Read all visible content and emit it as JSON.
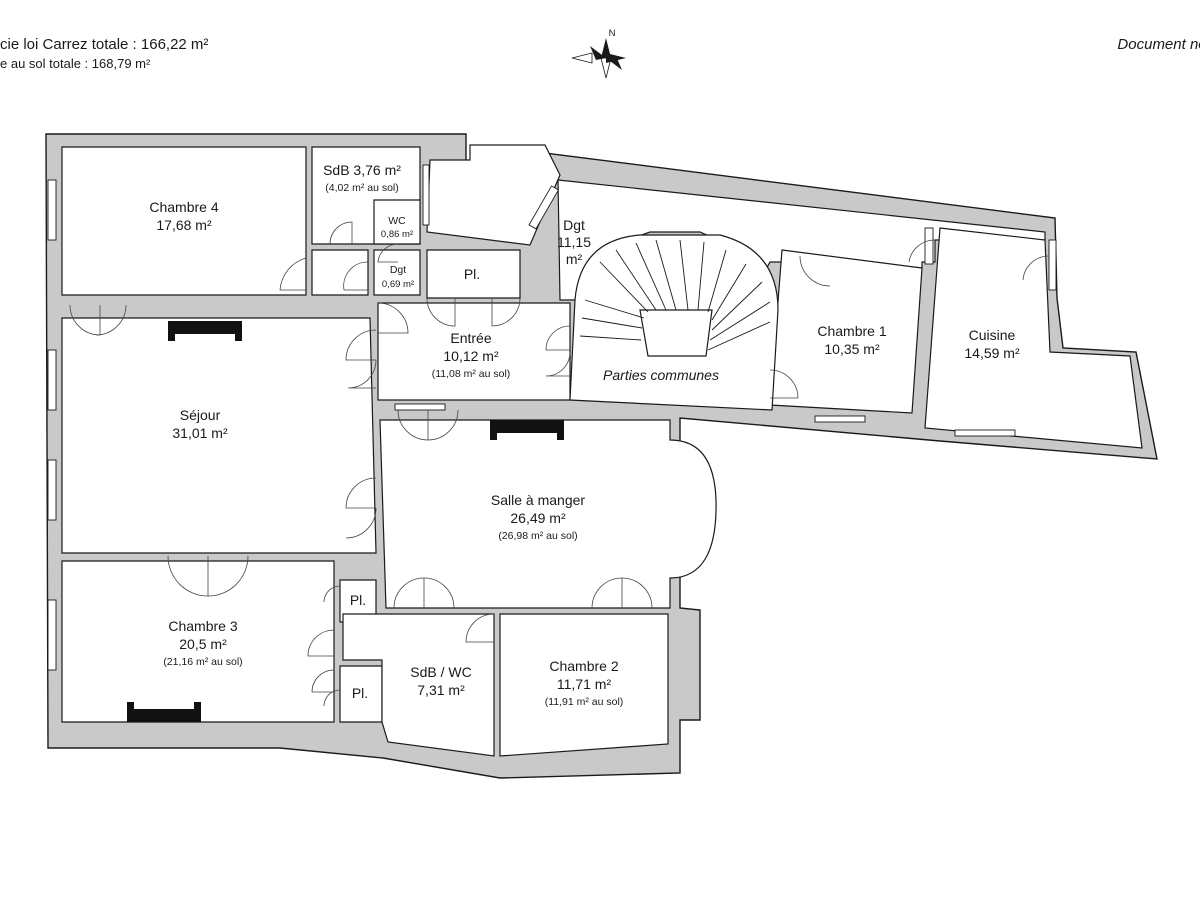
{
  "header": {
    "carrez_total": "cie loi Carrez totale :  166,22 m²",
    "sol_total": "e au sol totale :  168,79 m²",
    "note": "Document non cor",
    "compass_letter": "N"
  },
  "rooms": {
    "chambre4": {
      "name": "Chambre 4",
      "area": "17,68 m²"
    },
    "sdb1": {
      "name": "SdB 3,76 m²",
      "sol": "(4,02 m² au sol)"
    },
    "wc": {
      "name": "WC",
      "area": "0,86 m²"
    },
    "dgt_small": {
      "name": "Dgt",
      "area": "0,69 m²"
    },
    "pl_top": {
      "name": "Pl."
    },
    "dgt_big": {
      "name": "Dgt",
      "area": "11,15",
      "unit": "m²"
    },
    "entree": {
      "name": "Entrée",
      "area": "10,12 m²",
      "sol": "(11,08 m² au sol)"
    },
    "parties": {
      "name": "Parties communes"
    },
    "chambre1": {
      "name": "Chambre 1",
      "area": "10,35 m²"
    },
    "cuisine": {
      "name": "Cuisine",
      "area": "14,59 m²"
    },
    "sejour": {
      "name": "Séjour",
      "area": "31,01 m²"
    },
    "salle": {
      "name": "Salle à manger",
      "area": "26,49 m²",
      "sol": "(26,98 m² au sol)"
    },
    "chambre3": {
      "name": "Chambre 3",
      "area": "20,5 m²",
      "sol": "(21,16 m² au sol)"
    },
    "pl_a": {
      "name": "Pl."
    },
    "pl_b": {
      "name": "Pl."
    },
    "sdbwc": {
      "name": "SdB / WC",
      "area": "7,31 m²"
    },
    "chambre2": {
      "name": "Chambre 2",
      "area": "11,71 m²",
      "sol": "(11,91 m² au sol)"
    }
  }
}
